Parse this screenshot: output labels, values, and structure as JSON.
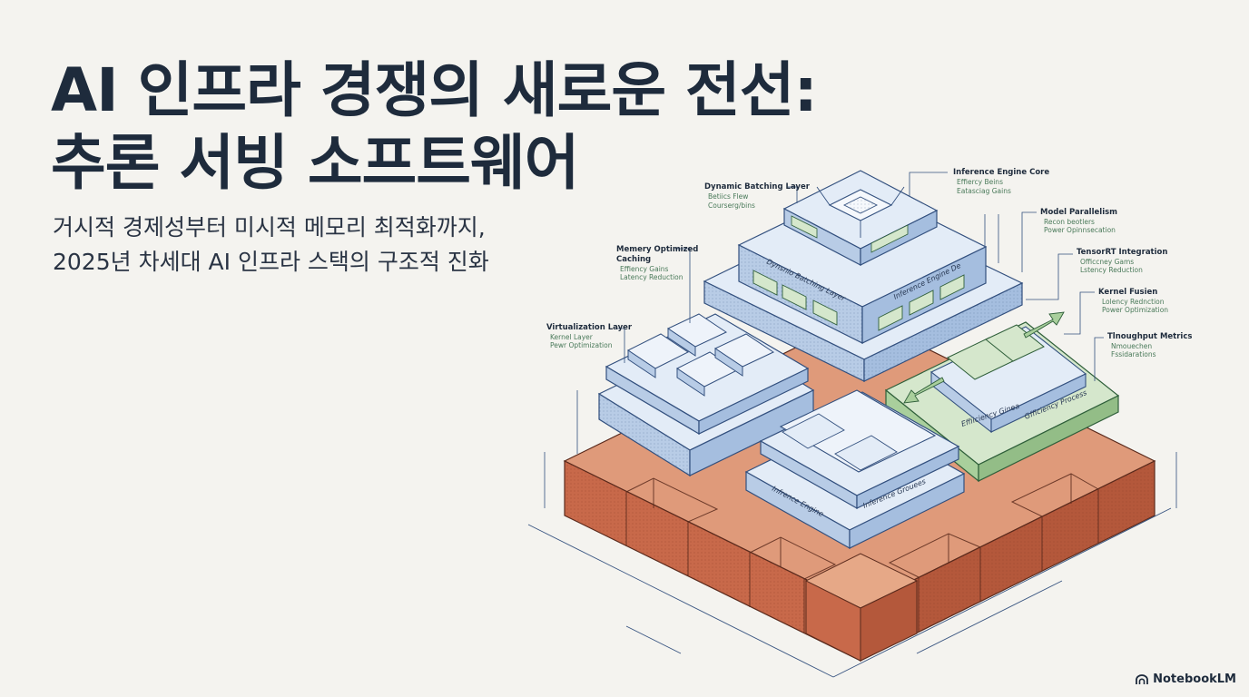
{
  "title": {
    "line1": "AI 인프라 경쟁의 새로운 전선:",
    "line2": "추론 서빙 소프트웨어"
  },
  "subtitle": {
    "line1": "거시적 경제성부터 미시적 메모리 최적화까지,",
    "line2": "2025년 차세대 AI 인프라 스택의 구조적 진화"
  },
  "diagram": {
    "callouts": {
      "dynamic_batching": {
        "title": "Dynamic Batching Layer",
        "items": [
          "Betiics Flew",
          "Courserg/bins"
        ]
      },
      "inference_engine_core": {
        "title": "Inference Engine Core",
        "items": [
          "Effiercy Beins",
          "Eatasciag Gains"
        ]
      },
      "memory_caching": {
        "title_line1": "Memery Optimized",
        "title_line2": "Caching",
        "items": [
          "Effiency Gains",
          "Latency Reduction"
        ]
      },
      "model_parallelism": {
        "title": "Model Parallelism",
        "items": [
          "Recon beotlers",
          "Power Opinnsecation"
        ]
      },
      "tensorrt": {
        "title": "TensorRT Integration",
        "items": [
          "Officcney Gams",
          "Lstency Reduction"
        ]
      },
      "virtualization": {
        "title": "Virtualization Layer",
        "items": [
          "Kernel Layer",
          "Pewr Optimization"
        ]
      },
      "kernel_fusion": {
        "title": "Kernel Fusien",
        "items": [
          "Lolency Rednction",
          "Power Optimization"
        ]
      },
      "throughput": {
        "title": "Tlnoughput Metrics",
        "items": [
          "Nmouechen",
          "Fssidarations"
        ]
      }
    },
    "face_labels": {
      "batching_face": "Dynsnio Batching Layer",
      "engine_face": "Inference Engine De",
      "efficiency_face": "Effiiciency Ginea",
      "efficiency_process": "Gfficiency Process",
      "inference_groups": "Inference Grouees",
      "inference_engine_low": "Infrence Engine"
    },
    "colors": {
      "blue_top": "#e3ecf7",
      "blue_side": "#b8cce6",
      "blue_line": "#33507e",
      "terracotta_top": "#df9a7a",
      "terracotta_side": "#c8694a",
      "green_top": "#d5e7cc",
      "green_side": "#a9cf9c"
    }
  },
  "brand": {
    "name": "NotebookLM"
  }
}
